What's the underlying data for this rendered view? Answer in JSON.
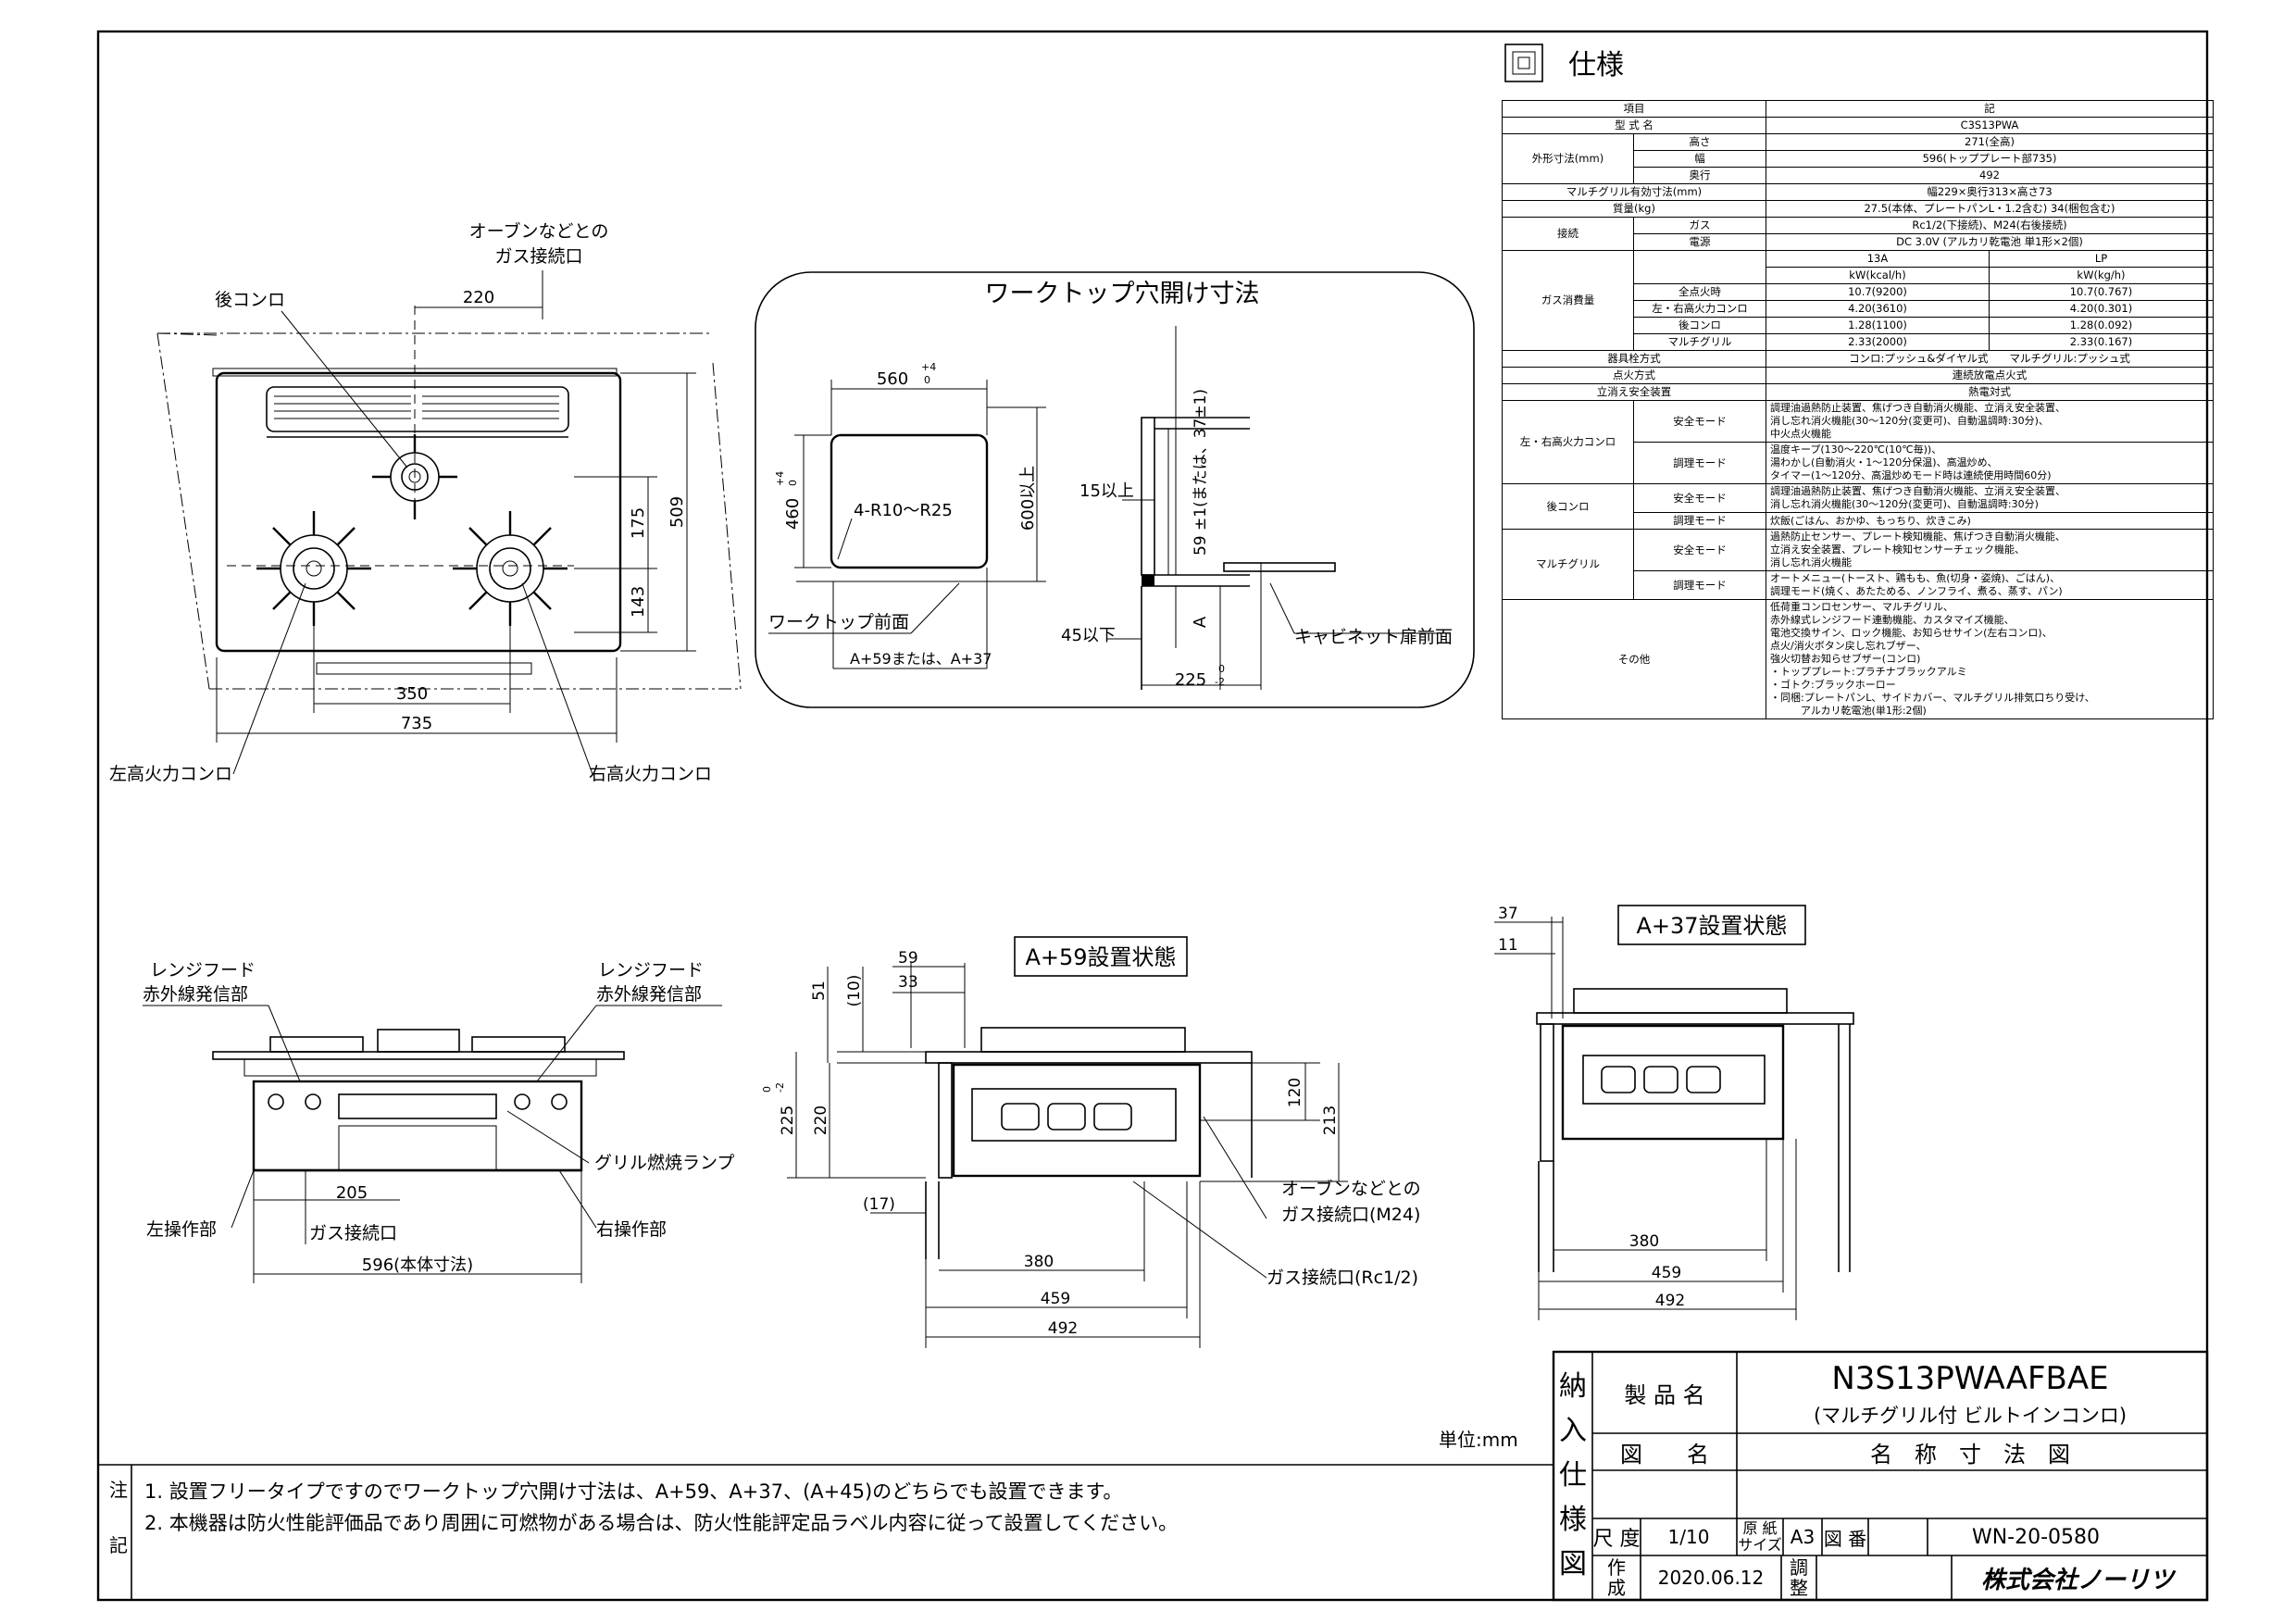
{
  "spec": {
    "heading": "仕様",
    "header": {
      "item": "項目",
      "value": "記"
    },
    "model": {
      "label": "型 式 名",
      "value": "C3S13PWA"
    },
    "outer_dims": {
      "label": "外形寸法(mm)",
      "rows": [
        {
          "label": "高さ",
          "value": "271(全高)"
        },
        {
          "label": "幅",
          "value": "596(トッププレート部735)"
        },
        {
          "label": "奥行",
          "value": "492"
        }
      ]
    },
    "grill_dims": {
      "label": "マルチグリル有効寸法(mm)",
      "value": "幅229×奥行313×高さ73"
    },
    "mass": {
      "label": "質量(kg)",
      "value": "27.5(本体、プレートパンL・1.2含む) 34(梱包含む)"
    },
    "connection": {
      "label": "接続",
      "rows": [
        {
          "label": "ガス",
          "value": "Rc1/2(下接続)、M24(右後接続)"
        },
        {
          "label": "電源",
          "value": "DC 3.0V (アルカリ乾電池 単1形×2個)"
        }
      ]
    },
    "gas_consumption": {
      "label": "ガス消費量",
      "columns": [
        "13A",
        "LP"
      ],
      "units": [
        "kW(kcal/h)",
        "kW(kg/h)"
      ],
      "rows": [
        {
          "label": "全点火時",
          "v13a": "10.7(9200)",
          "vlp": "10.7(0.767)"
        },
        {
          "label": "左・右高火力コンロ",
          "v13a": "4.20(3610)",
          "vlp": "4.20(0.301)"
        },
        {
          "label": "後コンロ",
          "v13a": "1.28(1100)",
          "vlp": "1.28(0.092)"
        },
        {
          "label": "マルチグリル",
          "v13a": "2.33(2000)",
          "vlp": "2.33(0.167)"
        }
      ]
    },
    "fitting": {
      "label": "器具栓方式",
      "value": "コンロ:プッシュ&ダイヤル式　　マルチグリル:プッシュ式"
    },
    "ignition": {
      "label": "点火方式",
      "value": "連続放電点火式"
    },
    "flameout": {
      "label": "立消え安全装置",
      "value": "熱電対式"
    },
    "lr_burner": {
      "label": "左・右高火力コンロ",
      "safety_label": "安全モード",
      "safety_lines": [
        "調理油過熱防止装置、焦げつき自動消火機能、立消え安全装置、",
        "消し忘れ消火機能(30〜120分(変更可)、自動温調時:30分)、",
        "中火点火機能"
      ],
      "cook_label": "調理モード",
      "cook_lines": [
        "温度キープ(130〜220℃(10℃毎))、",
        "湯わかし(自動消火・1〜120分保温)、高温炒め、",
        "タイマー(1〜120分、高温炒めモード時は連続使用時間60分)"
      ]
    },
    "rear_burner": {
      "label": "後コンロ",
      "safety_label": "安全モード",
      "safety_lines": [
        "調理油過熱防止装置、焦げつき自動消火機能、立消え安全装置、",
        "消し忘れ消火機能(30〜120分(変更可)、自動温調時:30分)"
      ],
      "cook_label": "調理モード",
      "cook_lines": [
        "炊飯(ごはん、おかゆ、もっちり、炊きこみ)"
      ]
    },
    "multigrill": {
      "label": "マルチグリル",
      "safety_label": "安全モード",
      "safety_lines": [
        "過熱防止センサー、プレート検知機能、焦げつき自動消火機能、",
        "立消え安全装置、プレート検知センサーチェック機能、",
        "消し忘れ消火機能"
      ],
      "cook_label": "調理モード",
      "cook_lines": [
        "オートメニュー(トースト、鶏もも、魚(切身・姿焼)、ごはん)、",
        "調理モード(焼く、あたためる、ノンフライ、煮る、蒸す、パン)"
      ]
    },
    "other": {
      "label": "その他",
      "lines": [
        "低荷重コンロセンサー、マルチグリル、",
        "赤外線式レンジフード連動機能、カスタマイズ機能、",
        "電池交換サイン、ロック機能、お知らせサイン(左右コンロ)、",
        "点火/消火ボタン戻し忘れブザー、",
        "強火切替お知らせブザー(コンロ)",
        "・トッププレート:プラチナブラックアルミ",
        "・ゴトク:ブラックホーロー",
        "・同梱:プレートパンL、サイドカバー、マルチグリル排気口ちり受け、",
        "　　　アルカリ乾電池(単1形:2個)"
      ]
    }
  },
  "top_view": {
    "gas_inlet_note_1": "オーブンなどとの",
    "gas_inlet_note_2": "ガス接続口",
    "rear_burner": "後コンロ",
    "left_burner": "左高火力コンロ",
    "right_burner": "右高火力コンロ",
    "dims": {
      "d220": "220",
      "d509": "509",
      "d175": "175",
      "d143": "143",
      "d350": "350",
      "d735": "735"
    }
  },
  "cutout": {
    "title": "ワークトップ穴開け寸法",
    "width": "560",
    "width_tol_plus": "+4",
    "width_tol_zero": "0",
    "depth": "460",
    "depth_tol_plus": "+4",
    "depth_tol_zero": "0",
    "radius": "4-R10〜R25",
    "min600": "600以上",
    "min15": "15以上",
    "depth59": "59 ±1(または、37±1)",
    "worktop_front": "ワークトップ前面",
    "a_label": "A",
    "max45": "45以下",
    "cabinet_front": "キャビネット扉前面",
    "a_note": "A+59または、A+37",
    "d225": "225",
    "d225_tol_zero": "0",
    "d225_tol_minus": "-2"
  },
  "front_view": {
    "hood_left_1": "レンジフード",
    "hood_left_2": "赤外線発信部",
    "hood_right_1": "レンジフード",
    "hood_right_2": "赤外線発信部",
    "grill_lamp": "グリル燃焼ランプ",
    "left_control": "左操作部",
    "right_control": "右操作部",
    "gas_inlet": "ガス接続口",
    "d205": "205",
    "d596": "596(本体寸法)"
  },
  "side_a59": {
    "title": "A+59設置状態",
    "d59": "59",
    "d33": "33",
    "d51": "51",
    "d10": "(10)",
    "d225": "225",
    "d225_tol_zero": "0",
    "d225_tol_minus": "-2",
    "d220": "220",
    "d120": "120",
    "d213": "213",
    "d17": "(17)",
    "d380": "380",
    "d459": "459",
    "d492": "492",
    "oven_note_1": "オーブンなどとの",
    "oven_note_2": "ガス接続口(M24)",
    "gas_rc": "ガス接続口(Rc1/2)"
  },
  "side_a37": {
    "title": "A+37設置状態",
    "d37": "37",
    "d11": "11",
    "d380": "380",
    "d459": "459",
    "d492": "492"
  },
  "unit_label": "単位:mm",
  "notes": {
    "label_1": "注",
    "label_2": "記",
    "line1": "1. 設置フリータイプですのでワークトップ穴開け寸法は、A+59、A+37、(A+45)のどちらでも設置できます。",
    "line2": "2. 本機器は防火性能評価品であり周囲に可燃物がある場合は、防火性能評定品ラベル内容に従って設置してください。"
  },
  "title_block": {
    "side_label": [
      "納",
      "入",
      "仕",
      "様",
      "図"
    ],
    "product_name_label": "製 品 名",
    "product_name": "N3S13PWAAFBAE",
    "product_sub": "(マルチグリル付 ビルトインコンロ)",
    "drawing_name_label": "図　　名",
    "drawing_name": "名　称　寸　法　図",
    "scale_label": "尺 度",
    "scale": "1/10",
    "paper_label_1": "原 紙",
    "paper_label_2": "サイズ",
    "paper": "A3",
    "dwg_no_label": "図 番",
    "dwg_no": "WN-20-0580",
    "made_label_1": "作",
    "made_label_2": "成",
    "date": "2020.06.12",
    "adjust_label_1": "調",
    "adjust_label_2": "整",
    "company": "株式会社ノーリツ"
  }
}
